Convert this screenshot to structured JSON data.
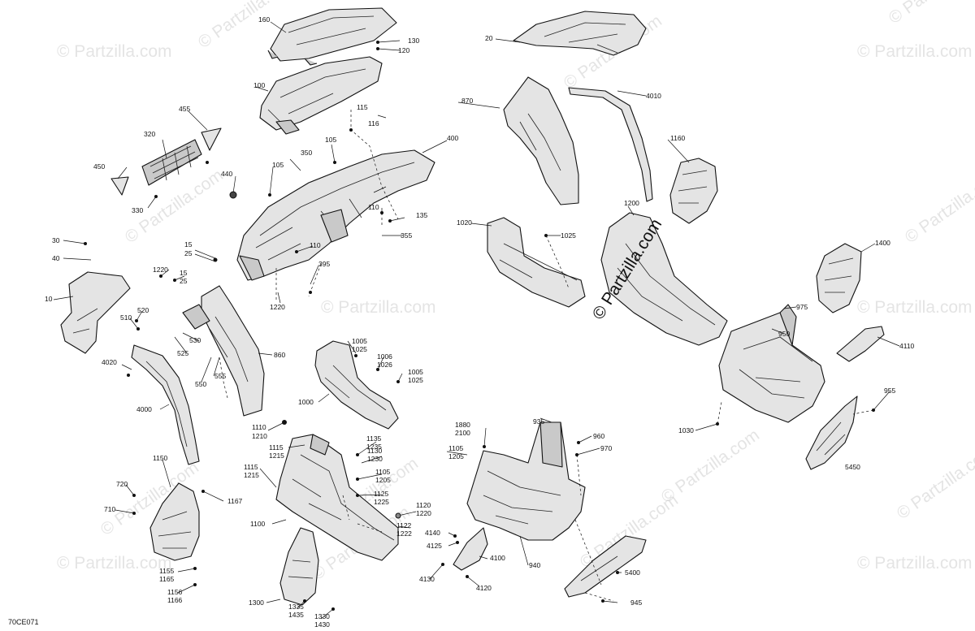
{
  "diagram": {
    "code": "70CE071",
    "brand_watermark": "© Partzilla.com",
    "faint_watermark": "© Partzilla.com",
    "labels": {
      "l160": "160",
      "l130": "130",
      "l120": "120",
      "l20": "20",
      "l100": "100",
      "l870": "870",
      "l4010": "4010",
      "l455": "455",
      "l115a": "115",
      "l116": "116",
      "l320": "320",
      "l105a": "105",
      "l350": "350",
      "l400": "400",
      "l1160": "1160",
      "l105b": "105",
      "l450": "450",
      "l440": "440",
      "l330": "330",
      "l110a": "110",
      "l135": "135",
      "l1020": "1020",
      "l1025a": "1025",
      "l1200": "1200",
      "l30": "30",
      "l355": "355",
      "l1400": "1400",
      "l40": "40",
      "l15a": "15",
      "l25a": "25",
      "l110b": "110",
      "l395": "395",
      "l1220a": "1220",
      "l15b": "15",
      "l25b": "25",
      "l10": "10",
      "l1220b": "1220",
      "l975": "975",
      "l520": "520",
      "l510": "510",
      "l950": "950",
      "l4110": "4110",
      "l530": "530",
      "l525": "525",
      "l860": "860",
      "l4020": "4020",
      "l1005a": "1005",
      "l1025b": "1025",
      "l1006": "1006",
      "l1026": "1026",
      "l1005b": "1005",
      "l1025c": "1025",
      "l550": "550",
      "l555": "555",
      "l1000": "1000",
      "l955": "955",
      "l4000": "4000",
      "l1030": "1030",
      "l1880": "1880",
      "l2100": "2100",
      "l935": "935",
      "l1110": "1110",
      "l1210": "1210",
      "l960": "960",
      "l970": "970",
      "l1135": "1135",
      "l1235": "1235",
      "l1105a": "1105",
      "l1205a": "1205",
      "l1115": "1115",
      "l1215": "1215",
      "l1130": "1130",
      "l1230": "1230",
      "l1115b": "1115",
      "l1215b": "1215",
      "l5450": "5450",
      "l1150": "1150",
      "l1105b": "1105",
      "l1205b": "1205",
      "l720": "720",
      "l1125": "1125",
      "l1225": "1225",
      "l1167": "1167",
      "l710": "710",
      "l1100": "1100",
      "l1120": "1120",
      "l1220c": "1220",
      "l1122": "1122",
      "l1222": "1222",
      "l4140": "4140",
      "l4125": "4125",
      "l4100": "4100",
      "l940": "940",
      "l5400": "5400",
      "l4130": "4130",
      "l1155": "1155",
      "l1165": "1165",
      "l1156": "1156",
      "l1166": "1166",
      "l4120": "4120",
      "l1300": "1300",
      "l945": "945",
      "l1335": "1335",
      "l1435": "1435",
      "l1330": "1330",
      "l1430": "1430"
    }
  }
}
